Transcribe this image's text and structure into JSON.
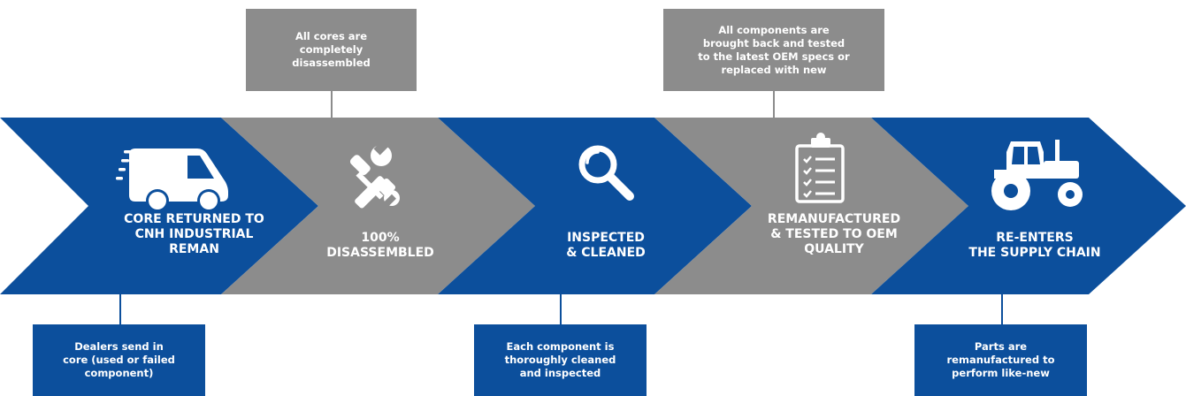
{
  "colors": {
    "blue": "#0c4f9c",
    "gray": "#8c8c8c",
    "white": "#ffffff"
  },
  "stages": [
    {
      "label": "CORE RETURNED TO\nCNH INDUSTRIAL\nREMAN",
      "color": "#0c4f9c",
      "icon": "delivery-van-icon"
    },
    {
      "label": "100%\nDISASSEMBLED",
      "color": "#8c8c8c",
      "icon": "wrench-screwdriver-icon"
    },
    {
      "label": "INSPECTED\n& CLEANED",
      "color": "#0c4f9c",
      "icon": "magnifier-icon"
    },
    {
      "label": "REMANUFACTURED\n& TESTED TO OEM\nQUALITY",
      "color": "#8c8c8c",
      "icon": "clipboard-checklist-icon"
    },
    {
      "label": "RE-ENTERS\nTHE SUPPLY CHAIN",
      "color": "#0c4f9c",
      "icon": "tractor-icon"
    }
  ],
  "callouts": {
    "top": [
      "All cores are\ncompletely\ndisassembled",
      "All components are\nbrought back and tested\nto the latest OEM specs or\nreplaced with new"
    ],
    "bottom": [
      "Dealers send in\ncore (used or failed\ncomponent)",
      "Each component is\nthoroughly cleaned\nand inspected",
      "Parts are\nremanufactured to\nperform like-new"
    ]
  }
}
